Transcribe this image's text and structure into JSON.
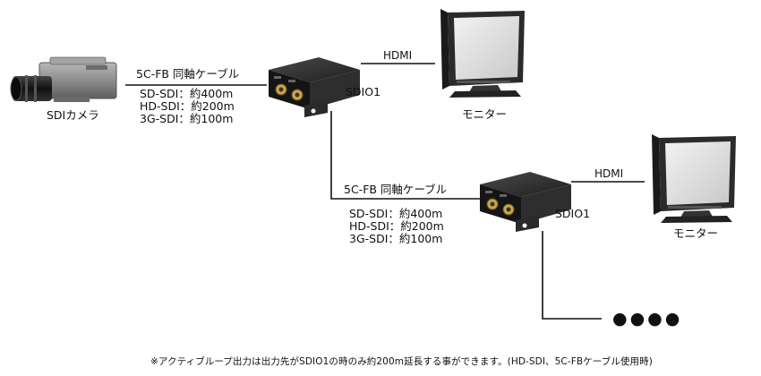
{
  "camera": {
    "label": "SDIカメラ"
  },
  "cable_top": {
    "title": "5C-FB 同軸ケーブル",
    "specs": [
      "SD-SDI：約400m",
      "HD-SDI：約200m",
      "3G-SDI：約100m"
    ]
  },
  "cable_bottom": {
    "title": "5C-FB 同軸ケーブル",
    "specs": [
      "SD-SDI：約400m",
      "HD-SDI：約200m",
      "3G-SDI：約100m"
    ]
  },
  "device_1": {
    "label": "SDIO1"
  },
  "device_2": {
    "label": "SDIO1"
  },
  "link_1": {
    "label": "HDMI"
  },
  "link_2": {
    "label": "HDMI"
  },
  "monitor_1": {
    "label": "モニター"
  },
  "monitor_2": {
    "label": "モニター"
  },
  "continuation": {
    "label": "●●●●"
  },
  "footnote": {
    "text": "※アクティブループ出力は出力先がSDIO1の時のみ約200m延長する事ができます。(HD-SDI、5C-FBケーブル使用時)"
  },
  "colors": {
    "line": "#111111",
    "device_body": "#2a2a2a",
    "monitor_frame": "#2b2b2b",
    "camera_body": "#8a8a8a"
  }
}
